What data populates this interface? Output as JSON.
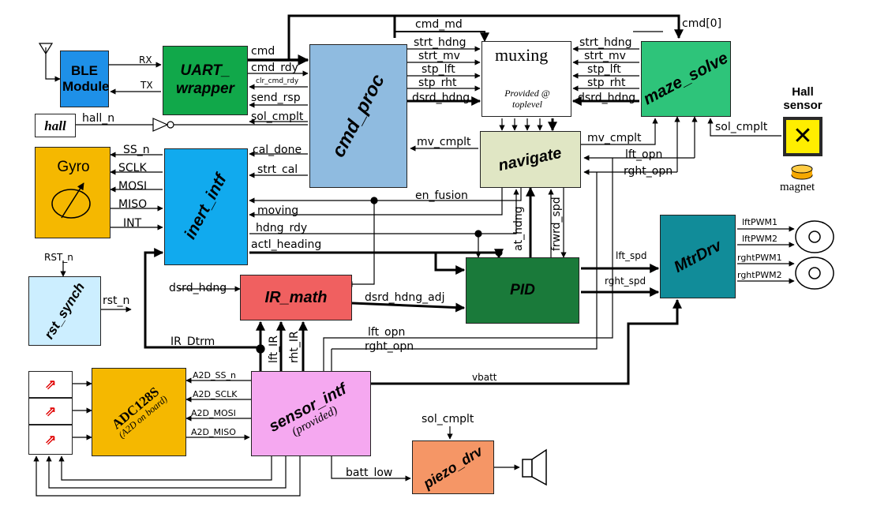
{
  "blocks": {
    "ble": "BLE Module",
    "uart": "UART_ wrapper",
    "cmd_proc": "cmd_proc",
    "muxing": "muxing",
    "muxing_note": "Provided @ toplevel",
    "maze_solve": "maze_solve",
    "hall": "hall",
    "hall_sensor": "Hall sensor",
    "magnet": "magnet",
    "gyro": "Gyro",
    "inert_intf": "inert_intf",
    "navigate": "navigate",
    "mtrdrv": "MtrDrv",
    "rst_synch": "rst_synch",
    "ir_math": "IR_math",
    "pid": "PID",
    "adc": "ADC128S",
    "adc_note": "(A2D on board)",
    "sensor_intf": "sensor_intf",
    "sensor_note": "(provided)",
    "piezo_drv": "piezo_drv"
  },
  "signals": {
    "rx": "RX",
    "tx": "TX",
    "cmd": "cmd",
    "cmd_rdy": "cmd_rdy",
    "clr_cmd_rdy": "clr_cmd_rdy",
    "send_rsp": "send_rsp",
    "sol_cmplt": "sol_cmplt",
    "hall_n": "hall_n",
    "cmd_md": "cmd_md",
    "cmd0": "cmd[0]",
    "strt_hdng": "strt_hdng",
    "strt_mv": "strt_mv",
    "stp_lft": "stp_lft",
    "stp_rht": "stp_rht",
    "dsrd_hdng": "dsrd_hdng",
    "strt_hdng_r": "strt_hdng",
    "strt_mv_r": "strt_mv",
    "stp_lft_r": "stp_lft",
    "stp_rht_r": "stp_rht",
    "dsrd_hdng_r": "dsrd_hdng",
    "sol_cmplt_r": "sol_cmplt",
    "mv_cmplt_l": "mv_cmplt",
    "mv_cmplt_r": "mv_cmplt",
    "lft_opn": "lft_opn",
    "rght_opn": "rght_opn",
    "cal_done": "cal_done",
    "strt_cal": "strt_cal",
    "en_fusion": "en_fusion",
    "ss_n": "SS_n",
    "sclk": "SCLK",
    "mosi": "MOSI",
    "miso": "MISO",
    "int": "INT",
    "moving": "moving",
    "hdng_rdy": "hdng_rdy",
    "actl_heading": "actl_heading",
    "at_hdng": "at_hdng",
    "frwrd_spd": "frwrd_spd",
    "lft_spd": "lft_spd",
    "rght_spd": "rght_spd",
    "lftpwm1": "lftPWM1",
    "lftpwm2": "lftPWM2",
    "rghtpwm1": "rghtPWM1",
    "rghtpwm2": "rghtPWM2",
    "rst_n_in": "RST_n",
    "rst_n": "rst_n",
    "dsrd_hdng_ir": "dsrd_hdng",
    "dsrd_hdng_adj": "dsrd_hdng_adj",
    "ir_dtrm": "IR_Dtrm",
    "lft_ir": "lft_IR",
    "rht_ir": "rht_IR",
    "lft_opn2": "lft_opn",
    "rght_opn2": "rght_opn",
    "vbatt": "vbatt",
    "a2d_ss_n": "A2D_SS_n",
    "a2d_sclk": "A2D_SCLK",
    "a2d_mosi": "A2D_MOSI",
    "a2d_miso": "A2D_MISO",
    "sol_cmplt_p": "sol_cmplt",
    "batt_low": "batt_low"
  },
  "colors": {
    "ble": "#1e90e8",
    "uart": "#11a84a",
    "cmd_proc": "#8fbbe0",
    "maze": "#2ec47a",
    "hall_box": "#ffee00",
    "gyro": "#f5b800",
    "inert": "#11aaee",
    "navigate": "#e0e6c4",
    "mtrdrv": "#118c99",
    "rst": "#cceeff",
    "ir": "#f06060",
    "pid": "#1a7a3a",
    "adc": "#f5b800",
    "sensor": "#f5a8f0",
    "piezo": "#f59666"
  },
  "icons": [
    "antenna-icon",
    "ir-emitter-icon",
    "wheel-icon",
    "speaker-icon",
    "magnet-icon",
    "gyro-dial-icon"
  ]
}
